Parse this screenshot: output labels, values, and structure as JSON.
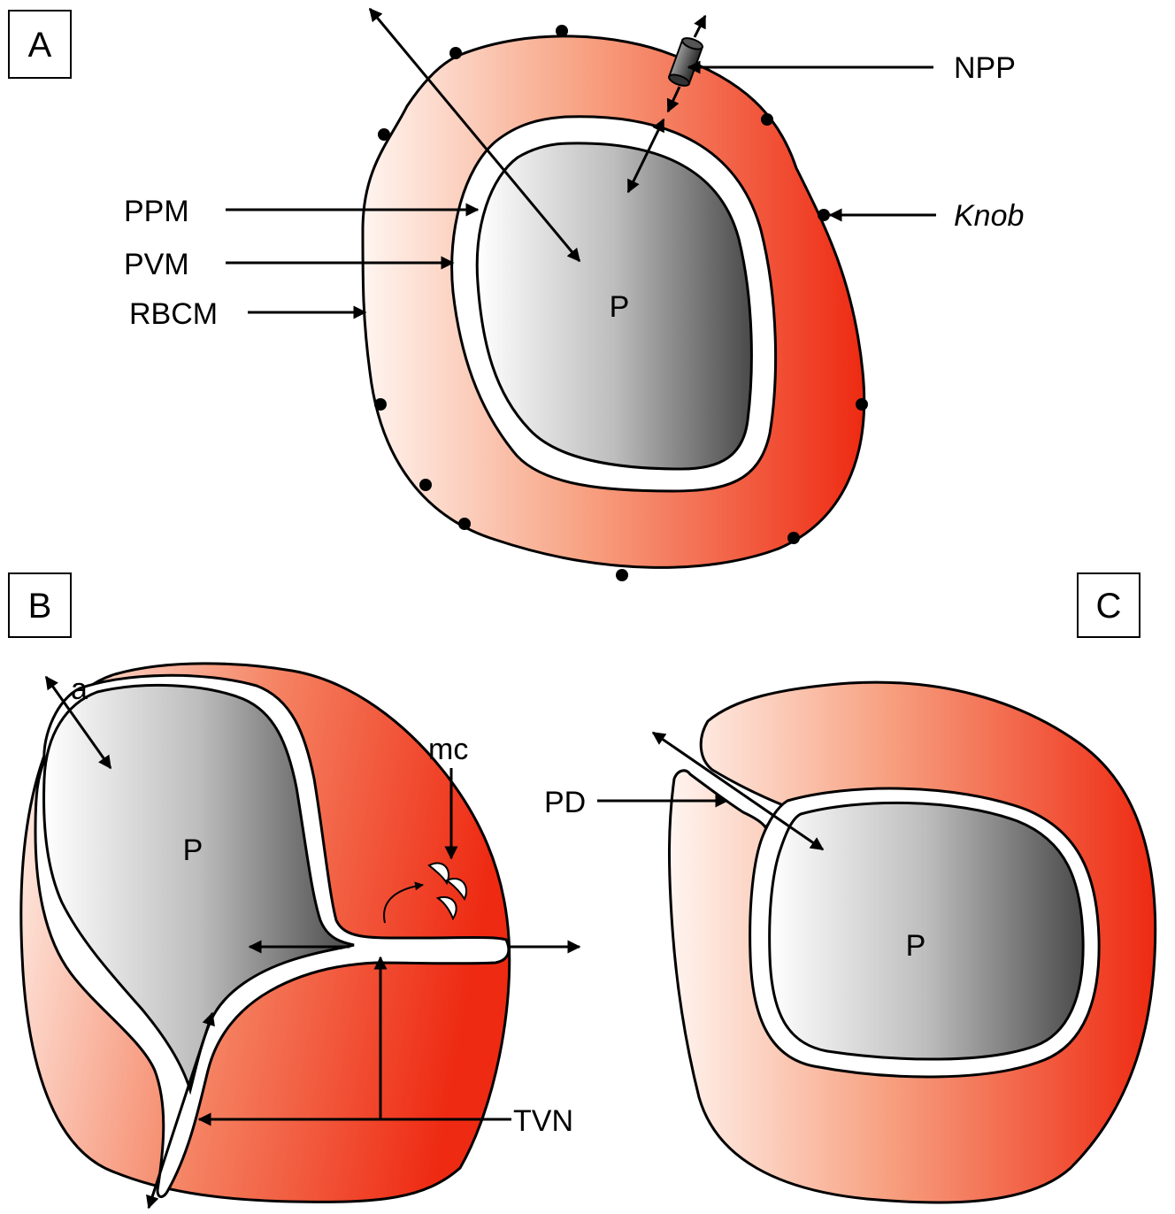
{
  "panels": {
    "a": {
      "label": "A"
    },
    "b": {
      "label": "B"
    },
    "c": {
      "label": "C"
    }
  },
  "labels": {
    "npp": "NPP",
    "knob": "Knob",
    "ppm": "PPM",
    "pvm": "PVM",
    "rbcm": "RBCM",
    "p": "P",
    "a_arrow": "a",
    "mc": "mc",
    "tvn": "TVN",
    "pd": "PD"
  },
  "colors": {
    "rbc_light": "#fff4ee",
    "rbc_dark": "#f02810",
    "parasite_light": "#ffffff",
    "parasite_dark": "#505050",
    "outline": "#000000"
  }
}
